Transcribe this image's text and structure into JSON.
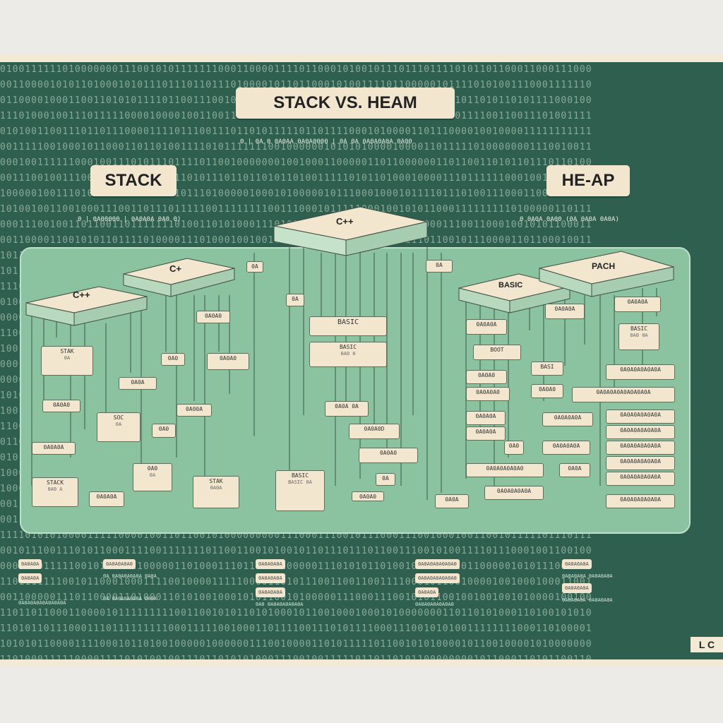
{
  "title": "STACK VS. HEAM",
  "subtitle": "0 | 0A 0 0A0AA 0A0A0000 | 0A 0A 0A0A0A0A 0A00",
  "stack_heading": "STACK",
  "heap_heading": "HE-AP",
  "stack_caption": "0 | 0A00000 | 0A0A0A 0A0 0)",
  "heap_caption": "0 0A0A 0A00 (0A 0A0A 0A0A)",
  "blocks": {
    "left": "C++",
    "mid_left": "C+",
    "center": "C++",
    "basic": "BASIC",
    "pach": "PACH"
  },
  "stack_nodes": [
    {
      "label": "STAK",
      "sub": "0A"
    },
    {
      "label": "0A0A0"
    },
    {
      "label": "0A0A0A"
    },
    {
      "label": "STACK",
      "sub": "0A0 A"
    },
    {
      "label": "0A0A"
    },
    {
      "label": "0A0A0"
    },
    {
      "label": "SOC",
      "sub": "0A"
    },
    {
      "label": "0A0"
    },
    {
      "label": "0A0"
    },
    {
      "label": "0A0",
      "sub": "0A"
    },
    {
      "label": "0A00A"
    },
    {
      "label": "0A0A0"
    },
    {
      "label": "0A0A0A"
    },
    {
      "label": "STAK",
      "sub": "0A0A"
    },
    {
      "label": "0A"
    },
    {
      "label": "0A"
    }
  ],
  "center_nodes": [
    {
      "label": "BASIC"
    },
    {
      "label": "BASIC",
      "sub": "0A0 0"
    },
    {
      "label": "0A0A 0A"
    },
    {
      "label": "0A0A0D"
    },
    {
      "label": "0A0A0"
    },
    {
      "label": "0A"
    },
    {
      "label": "BASIC",
      "sub": "BASIC 0A"
    },
    {
      "label": "0A0A0"
    },
    {
      "label": "0A"
    },
    {
      "label": "0A0A"
    }
  ],
  "heap_nodes": [
    {
      "label": "0A0A0A"
    },
    {
      "label": "BOOT"
    },
    {
      "label": "0A0A0"
    },
    {
      "label": "0A0A0A0"
    },
    {
      "label": "0A0A0A"
    },
    {
      "label": "0A0A0A"
    },
    {
      "label": "0A0A0A0A0A0"
    },
    {
      "label": "0A0A0A0A0A"
    },
    {
      "label": "0A0A0A"
    },
    {
      "label": "BASI"
    },
    {
      "label": "0A0A0"
    },
    {
      "label": "0A0A0A0A"
    },
    {
      "label": "0A0A0A0A"
    },
    {
      "label": "0A0"
    },
    {
      "label": "0A0A"
    },
    {
      "label": "0A0A0A"
    },
    {
      "label": "BASIC",
      "sub": "0A0 0A"
    },
    {
      "label": "0A0A0A0A0A0A"
    },
    {
      "label": "0A0A0A0A0A0A0A0A"
    },
    {
      "label": "0A0A0A0A0A0A"
    },
    {
      "label": "0A0A0A0A0A0A"
    },
    {
      "label": "0A0A0A0A0A0A"
    },
    {
      "label": "0A0A0A0A0A0A"
    },
    {
      "label": "0A0A0A0A0A0A"
    },
    {
      "label": "0A0A0A0A0A0A"
    }
  ],
  "footer": [
    {
      "a": "0A0A0A",
      "b": "0A0A0A0A0A0A0A0A"
    },
    {
      "a": "0A0A0A0A0",
      "b": "0A 0A0A0A0A0A 0A0A"
    },
    {
      "a": "0A0A0A0A",
      "b": "0A0 0A0A0A0A0A0A"
    },
    {
      "a": "0A0A0A0A0A0A0",
      "b": "0A0A0A"
    },
    {
      "a": "0A0A0A0A",
      "b": "0A0A0A0A 0A0A0A0A"
    }
  ],
  "corner_label": "L C"
}
